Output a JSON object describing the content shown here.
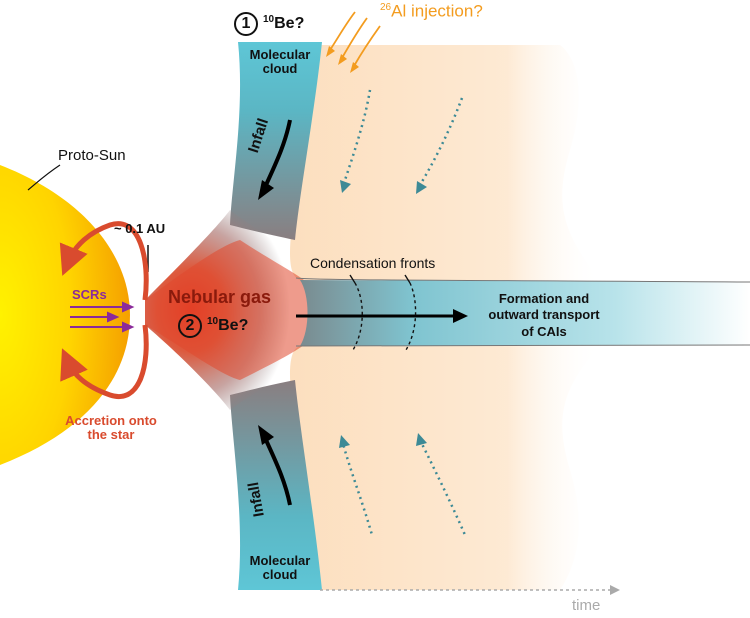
{
  "labels": {
    "proto_sun": "Proto-Sun",
    "distance": "~ 0.1 AU",
    "scrs": "SCRs",
    "accretion_line1": "Accretion onto",
    "accretion_line2": "the star",
    "nebular_gas": "Nebular gas",
    "be10_top": "Be?",
    "be10_mid": "Be?",
    "be10_mass": "10",
    "circle_1": "1",
    "circle_2": "2",
    "al26_mass": "26",
    "al26_text": "Al injection?",
    "molecular_cloud_top_1": "Molecular",
    "molecular_cloud_top_2": "cloud",
    "molecular_cloud_bottom_1": "Molecular",
    "molecular_cloud_bottom_2": "cloud",
    "infall_top": "Infall",
    "infall_bottom": "Infall",
    "condensation_fronts": "Condensation fronts",
    "formation_1": "Formation and",
    "formation_2": "outward transport",
    "formation_3": "of CAIs",
    "time": "time"
  },
  "colors": {
    "sun_core": "#fff200",
    "sun_edge": "#f5a800",
    "accretion_red": "#d94b2e",
    "scr_purple": "#8b2a9a",
    "cloud_blue": "#5ec6d6",
    "disk_orange": "#fde0bf",
    "nebula_red": "#e8351e",
    "injection_orange": "#f39c1f",
    "flow_teal": "#3d8a96",
    "time_gray": "#aaaaaa"
  }
}
